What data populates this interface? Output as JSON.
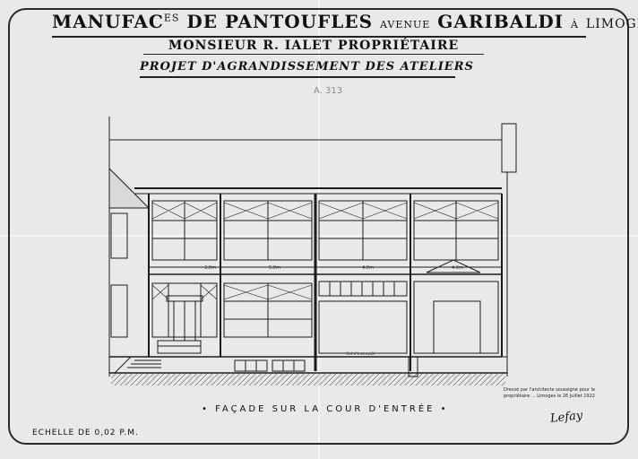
{
  "title": {
    "line1_a": "Manufac",
    "line1_sup": "es",
    "line1_b": "de Pantoufles",
    "line1_c": "avenue",
    "line1_d": "Garibaldi",
    "line1_e": "à",
    "line1_f": "Limoges",
    "line2": "Monsieur R. Ialet propriétaire",
    "line3": "Projet d'agrandissement des ateliers"
  },
  "caption": "• Façade sur la cour d'entrée •",
  "scale": "Echelle de 0,02 p.m.",
  "dimensions": [
    "3.0m",
    "5.0m",
    "4.0m",
    "4.0m"
  ],
  "ground_note": "Sol d'entrepôt",
  "stamp": "Dressé par l'architecte soussigné pour le propriétaire ... Limoges le 26 Juillet 1922",
  "signature": "Lefay",
  "stamp_number": "A. 313"
}
